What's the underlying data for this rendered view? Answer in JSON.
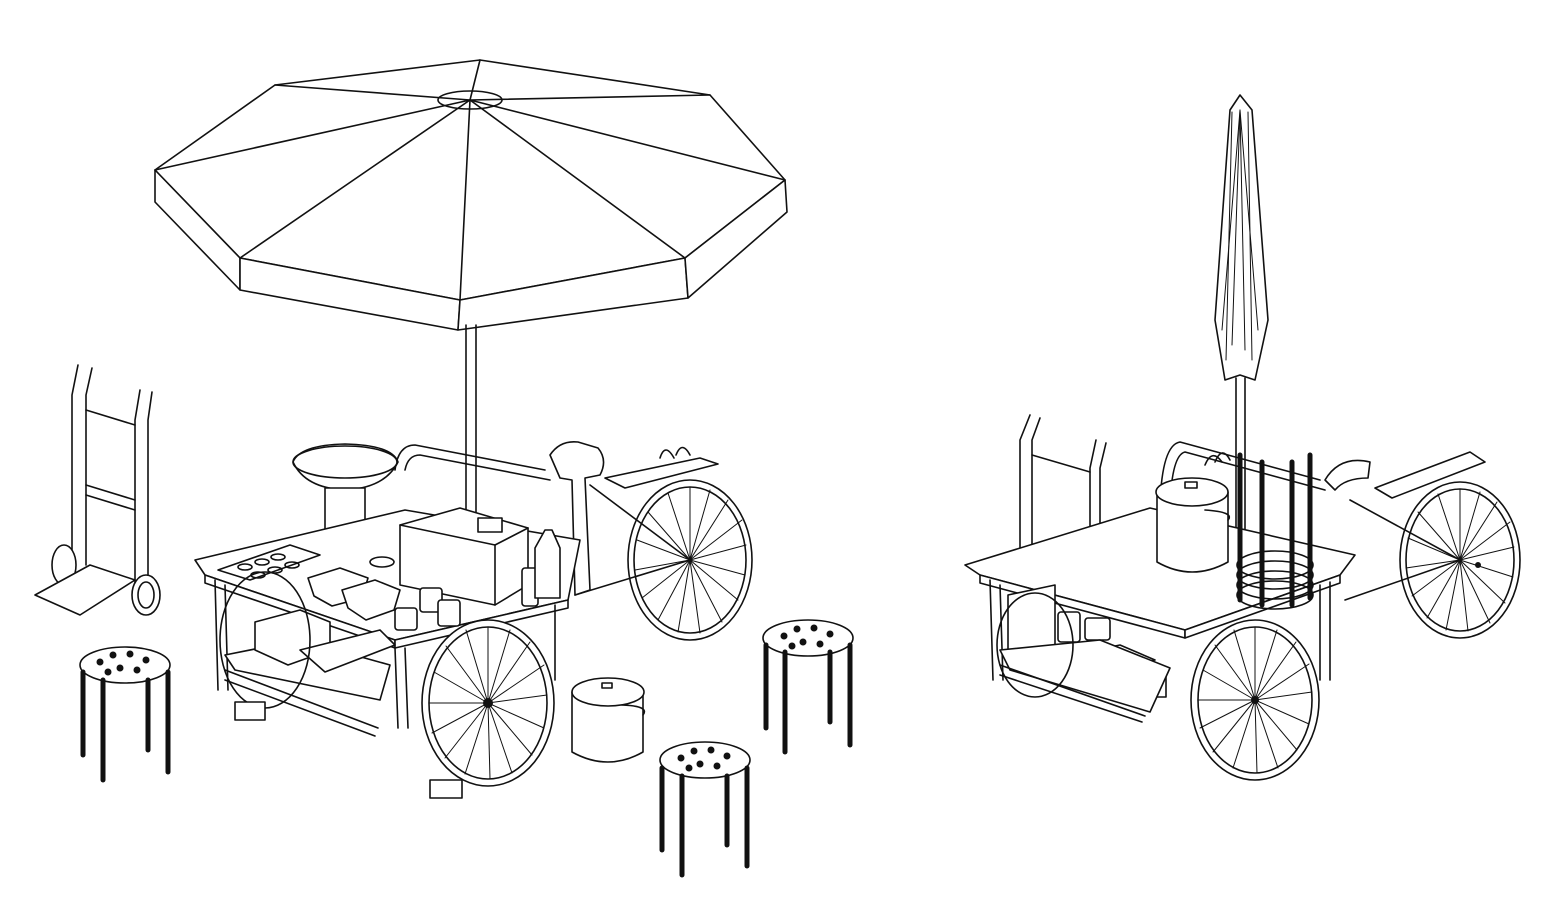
{
  "scene": {
    "type": "line-drawing",
    "background": "#ffffff",
    "stroke_color": "#111111",
    "views": [
      {
        "name": "vendor-cart-open-umbrella",
        "items": [
          "umbrella",
          "hand-truck",
          "cart",
          "bowl",
          "box",
          "containers",
          "stool",
          "stool",
          "stool",
          "pot"
        ]
      },
      {
        "name": "vendor-cart-folded-umbrella",
        "items": [
          "folded-umbrella",
          "hand-truck",
          "cart",
          "pot",
          "stacked-stools"
        ]
      }
    ]
  }
}
